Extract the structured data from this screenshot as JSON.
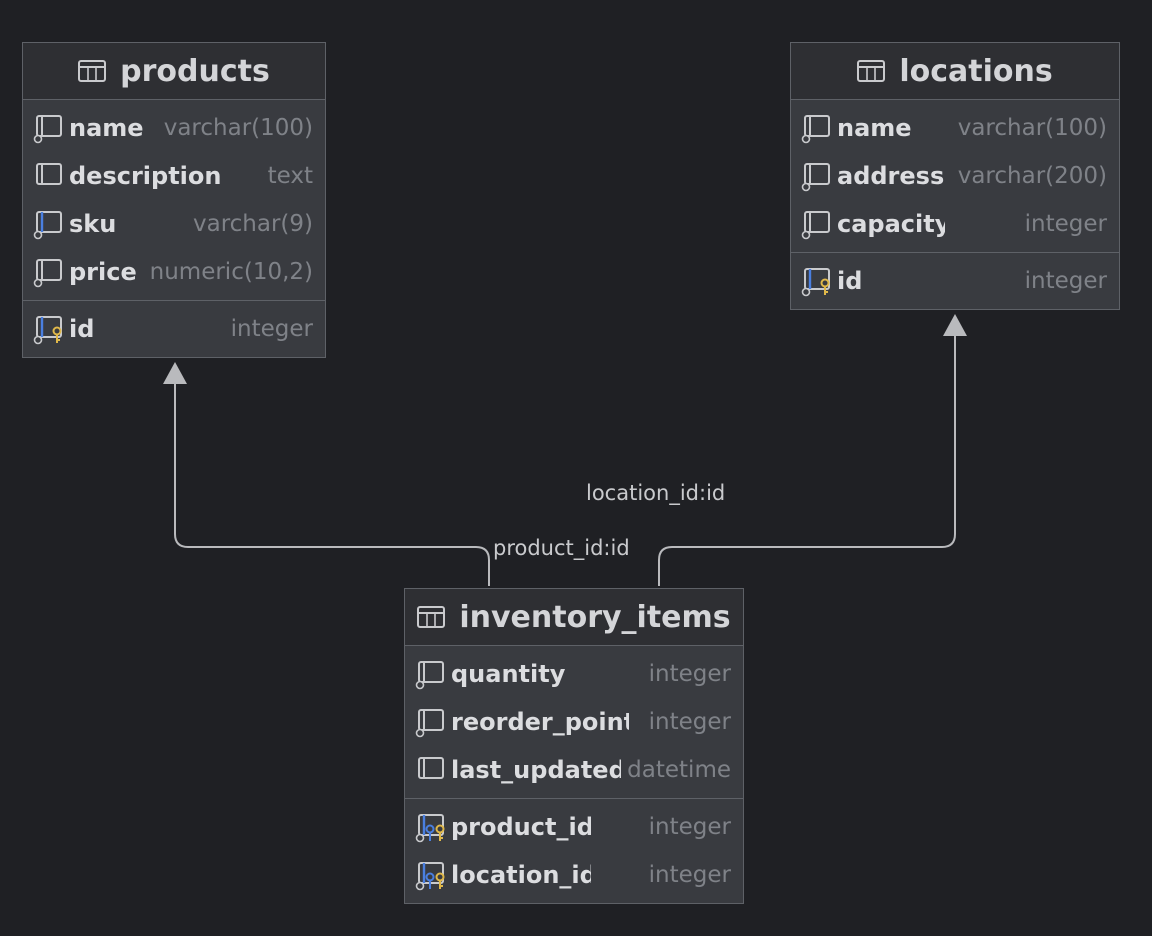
{
  "tables": {
    "products": {
      "name": "products",
      "columns": [
        {
          "name": "name",
          "type": "varchar(100)"
        },
        {
          "name": "description",
          "type": "text"
        },
        {
          "name": "sku",
          "type": "varchar(9)"
        },
        {
          "name": "price",
          "type": "numeric(10,2)"
        }
      ],
      "keys": [
        {
          "name": "id",
          "type": "integer"
        }
      ]
    },
    "locations": {
      "name": "locations",
      "columns": [
        {
          "name": "name",
          "type": "varchar(100)"
        },
        {
          "name": "address",
          "type": "varchar(200)"
        },
        {
          "name": "capacity",
          "type": "integer"
        }
      ],
      "keys": [
        {
          "name": "id",
          "type": "integer"
        }
      ]
    },
    "inventory_items": {
      "name": "inventory_items",
      "columns": [
        {
          "name": "quantity",
          "type": "integer"
        },
        {
          "name": "reorder_point",
          "type": "integer"
        },
        {
          "name": "last_updated",
          "type": "datetime"
        }
      ],
      "keys": [
        {
          "name": "product_id",
          "type": "integer"
        },
        {
          "name": "location_id",
          "type": "integer"
        }
      ]
    }
  },
  "relations": [
    {
      "label": "product_id:id"
    },
    {
      "label": "location_id:id"
    }
  ],
  "colors": {
    "background": "#1f2024",
    "table_body": "#393b40",
    "table_header": "#2e2f33",
    "border": "#5e6167",
    "column_name": "#dcdde0",
    "column_type": "#7f8288",
    "edge": "#b9babd",
    "key_gold": "#e0b84a",
    "key_blue": "#4a7fe0"
  }
}
